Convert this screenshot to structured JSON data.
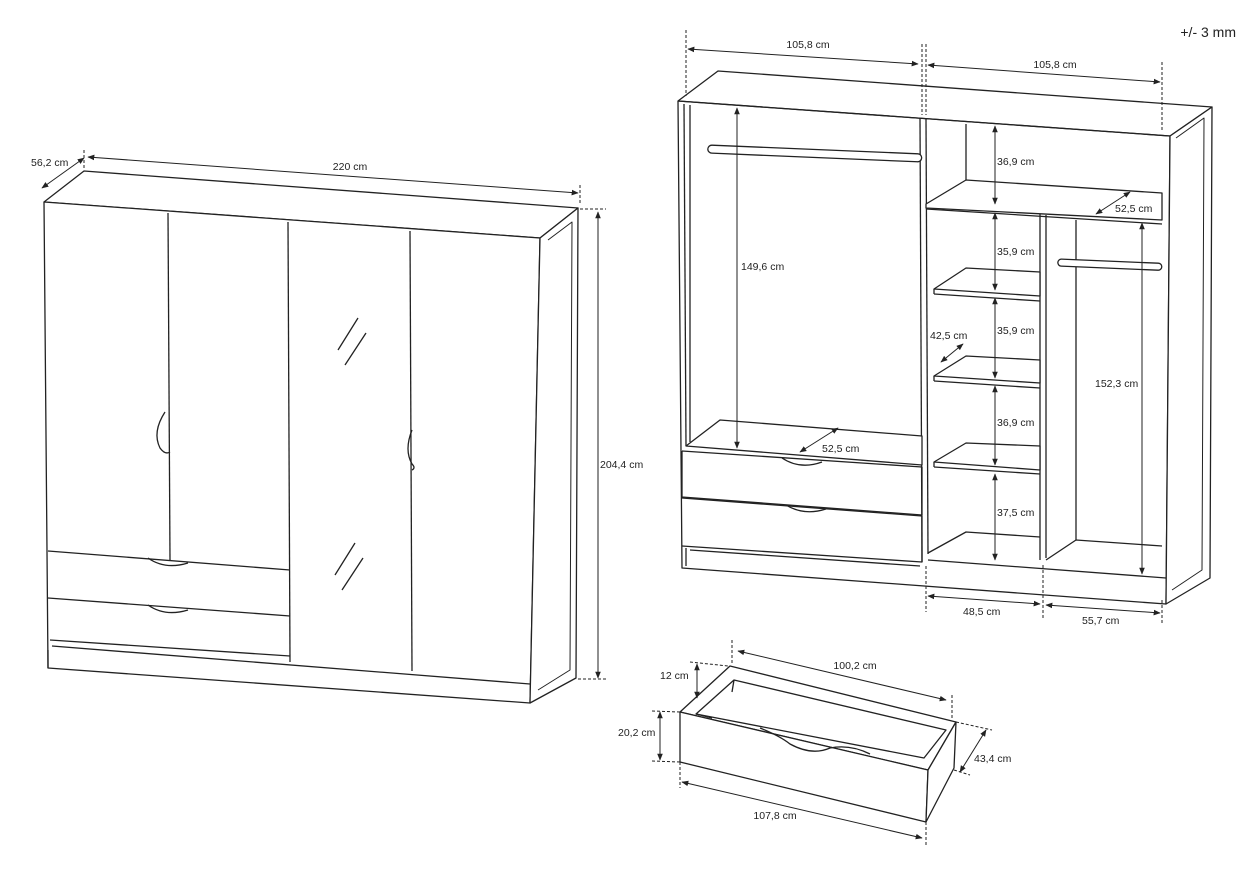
{
  "tolerance": "+/- 3 mm",
  "front_view": {
    "width": "220 cm",
    "depth": "56,2 cm",
    "height": "204,4 cm"
  },
  "interior_view": {
    "left_width": "105,8 cm",
    "right_width": "105,8 cm",
    "left_hanging_height": "149,6 cm",
    "left_floor_depth": "52,5 cm",
    "shelf_top": "36,9 cm",
    "shelf_2": "35,9 cm",
    "shelf_3": "35,9 cm",
    "shelf_4": "36,9 cm",
    "shelf_bottom": "37,5 cm",
    "shelf_depth": "42,5 cm",
    "top_shelf_depth": "52,5 cm",
    "right_hanging_height": "152,3 cm",
    "shelf_section_width": "48,5 cm",
    "hanging_section_width": "55,7 cm"
  },
  "drawer": {
    "inner_length": "100,2 cm",
    "side_height": "12 cm",
    "front_height": "20,2 cm",
    "depth": "43,4 cm",
    "front_length": "107,8 cm"
  }
}
